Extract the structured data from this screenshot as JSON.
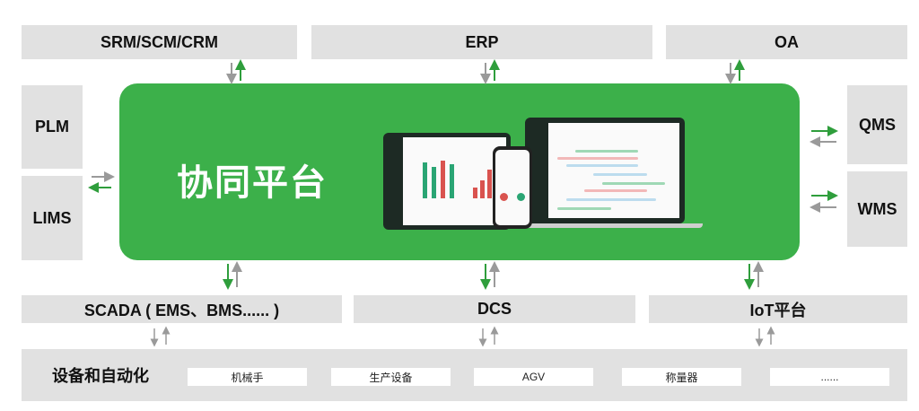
{
  "top": {
    "srm": "SRM/SCM/CRM",
    "erp": "ERP",
    "oa": "OA"
  },
  "left": {
    "plm": "PLM",
    "lims": "LIMS"
  },
  "right": {
    "qms": "QMS",
    "wms": "WMS"
  },
  "platform": {
    "title": "协同平台"
  },
  "middle": {
    "scada": "SCADA ( EMS、BMS...... )",
    "dcs": "DCS",
    "iot": "IoT平台"
  },
  "bottom": {
    "label": "设备和自动化",
    "items": [
      "机械手",
      "生产设备",
      "AGV",
      "称量器",
      "......"
    ]
  },
  "colors": {
    "green": "#3cb04a",
    "gray": "#e1e1e1",
    "arrow_green": "#2f9e3c",
    "arrow_gray": "#9a9a9a"
  }
}
